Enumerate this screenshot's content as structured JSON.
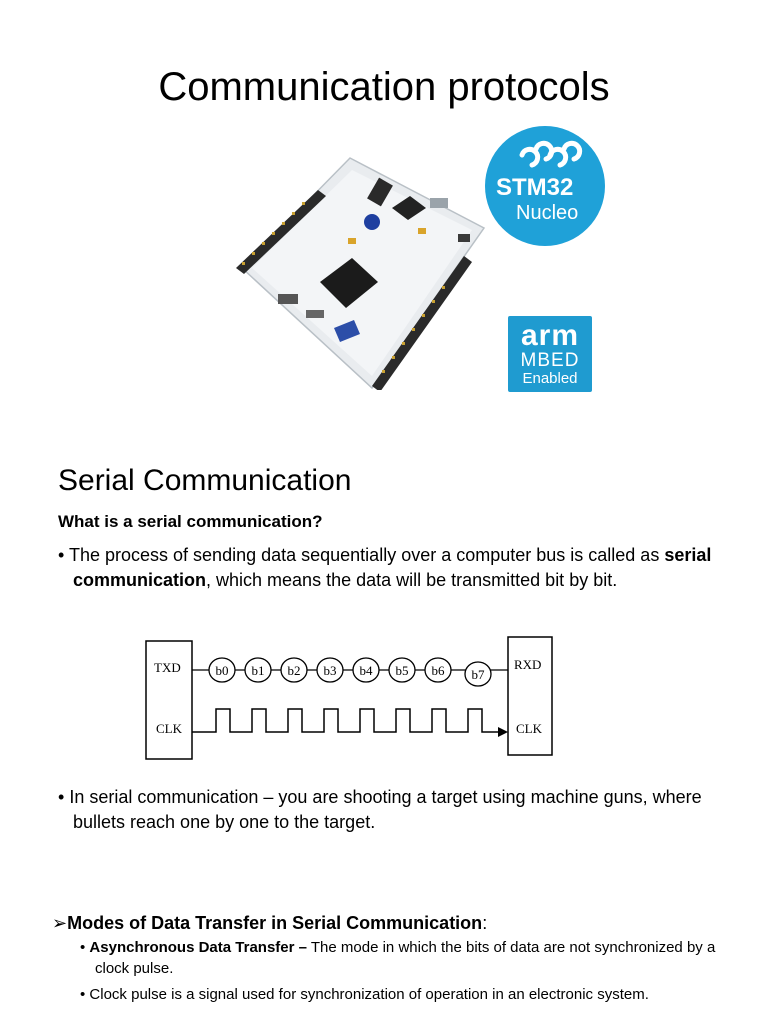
{
  "title": "Communication protocols",
  "logos": {
    "stm_line1": "STM32",
    "stm_line2": "Nucleo",
    "arm_word": "arm",
    "arm_line2": "MBED",
    "arm_line3": "Enabled"
  },
  "section": {
    "title": "Serial Communication",
    "question": "What is a serial communication?",
    "bullet1_before": "The process of sending data sequentially over a computer bus is called as ",
    "bullet1_bold": "serial communication",
    "bullet1_after": ", which means the data will be transmitted bit by bit.",
    "bullet2": "In serial communication – you are shooting a target using machine guns, where bullets reach one by one to the target."
  },
  "diagram": {
    "left_top": "TXD",
    "left_bottom": "CLK",
    "right_top": "RXD",
    "right_bottom": "CLK",
    "bits": [
      "b0",
      "b1",
      "b2",
      "b3",
      "b4",
      "b5",
      "b6",
      "b7"
    ]
  },
  "modes": {
    "heading": "Modes of Data Transfer in Serial Communication",
    "colon": ":",
    "item1_bold": "Asynchronous Data Transfer –",
    "item1_text": " The mode in which the bits of data are not synchronized by a clock pulse.",
    "item2_text": "Clock pulse is a signal used for synchronization of operation in an electronic system."
  }
}
